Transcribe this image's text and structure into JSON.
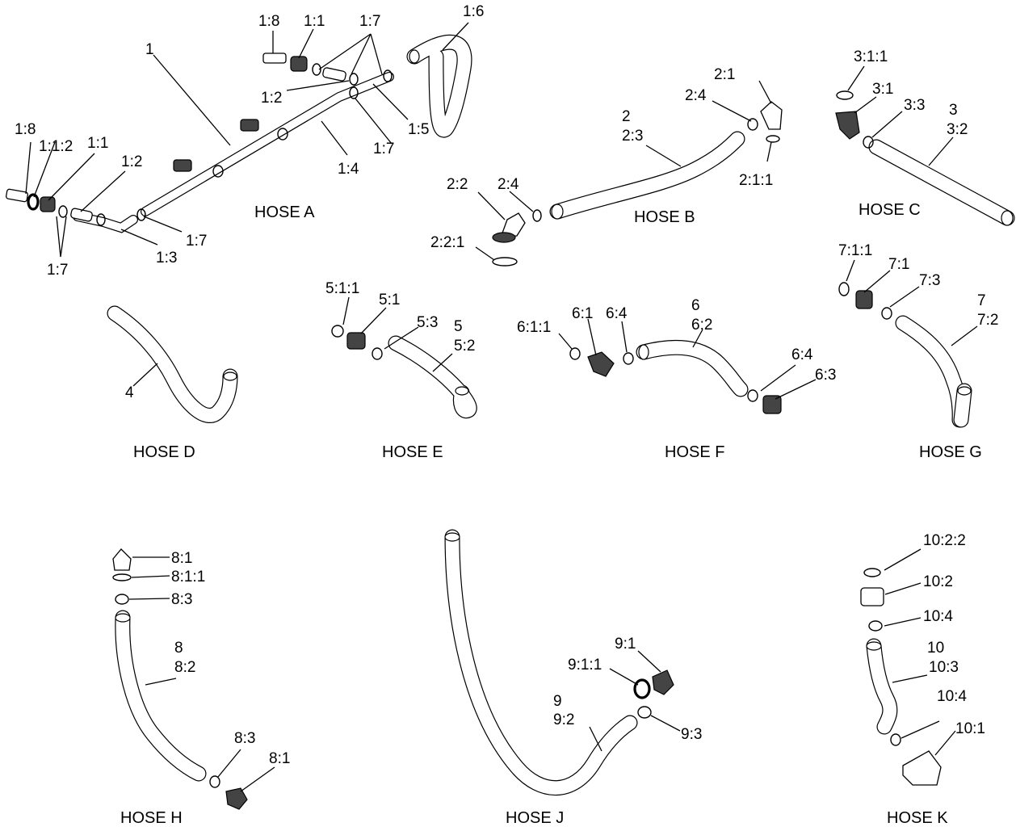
{
  "hoses": [
    {
      "title": "HOSE A",
      "labels": [
        "1",
        "1:1",
        "1:1",
        "1:1:2",
        "1:2",
        "1:2",
        "1:3",
        "1:4",
        "1:5",
        "1:6",
        "1:7",
        "1:7",
        "1:7",
        "1:7",
        "1:8",
        "1:8"
      ]
    },
    {
      "title": "HOSE B",
      "labels": [
        "2",
        "2:1",
        "2:1:1",
        "2:2",
        "2:2:1",
        "2:3",
        "2:4",
        "2:4"
      ]
    },
    {
      "title": "HOSE C",
      "labels": [
        "3",
        "3:1",
        "3:1:1",
        "3:2",
        "3:3"
      ]
    },
    {
      "title": "HOSE D",
      "labels": [
        "4"
      ]
    },
    {
      "title": "HOSE E",
      "labels": [
        "5",
        "5:1",
        "5:1:1",
        "5:2",
        "5:3"
      ]
    },
    {
      "title": "HOSE F",
      "labels": [
        "6",
        "6:1",
        "6:1:1",
        "6:2",
        "6:3",
        "6:4",
        "6:4"
      ]
    },
    {
      "title": "HOSE G",
      "labels": [
        "7",
        "7:1",
        "7:1:1",
        "7:2",
        "7:3"
      ]
    },
    {
      "title": "HOSE H",
      "labels": [
        "8",
        "8:1",
        "8:1",
        "8:1:1",
        "8:2",
        "8:3",
        "8:3"
      ]
    },
    {
      "title": "HOSE J",
      "labels": [
        "9",
        "9:1",
        "9:1:1",
        "9:2",
        "9:3"
      ]
    },
    {
      "title": "HOSE K",
      "labels": [
        "10",
        "10:1",
        "10:2",
        "10:2:2",
        "10:3",
        "10:4",
        "10:4"
      ]
    }
  ]
}
